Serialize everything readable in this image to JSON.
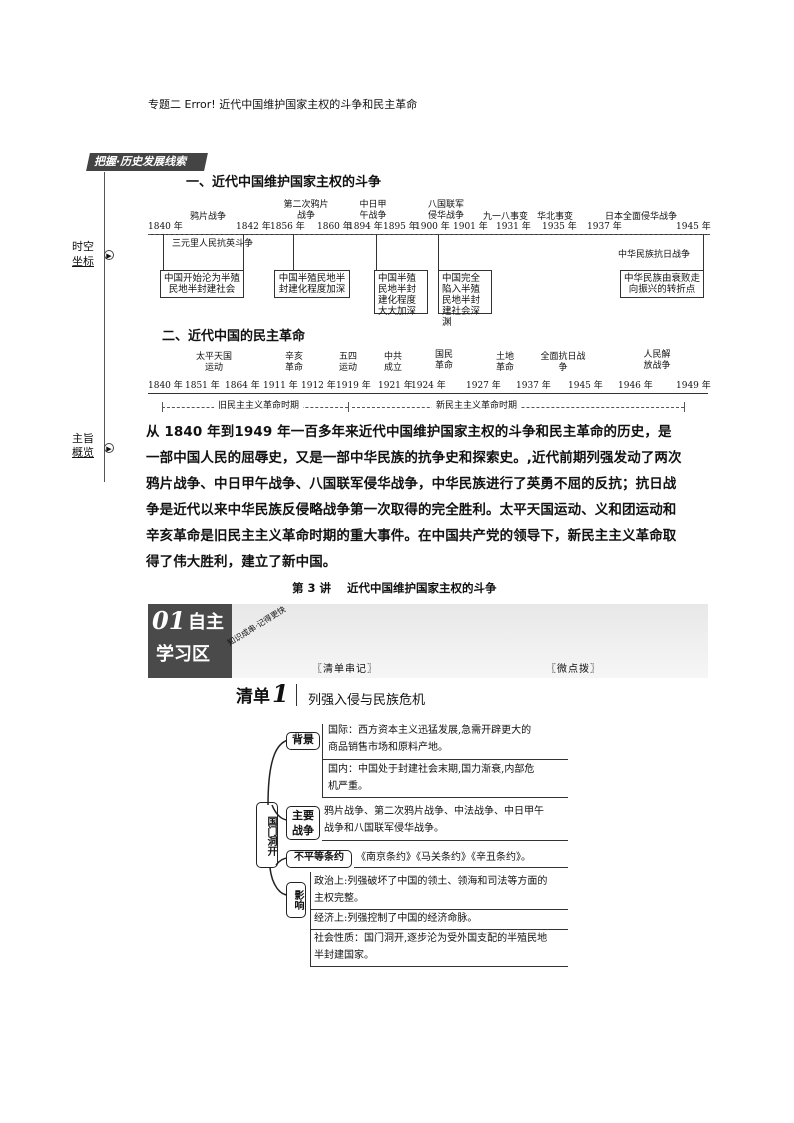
{
  "page_header": "专题二 Error! 近代中国维护国家主权的斗争和民主革命",
  "section_badge": "把握·历史发展线索",
  "side_labels": {
    "timeline": [
      "时空",
      "坐标"
    ],
    "overview": [
      "主旨",
      "概览"
    ]
  },
  "part1": {
    "title": "一、近代中国维护国家主权的斗争",
    "years": [
      "1840 年",
      "1842 年",
      "1856 年",
      "1860 年",
      "1894 年",
      "1895 年",
      "1900 年",
      "1901 年",
      "1931 年",
      "1935 年",
      "1937 年",
      "1945 年"
    ],
    "events": [
      "鸦片战争",
      "第二次鸦片战争",
      "中日甲午战争",
      "八国联军侵华战争",
      "九一八事变",
      "华北事变",
      "日本全面侵华战争"
    ],
    "lower_events": [
      "三元里人民抗英斗争",
      "中华民族抗日战争"
    ],
    "boxes": [
      "中国开始沦为半殖民地半封建社会",
      "中国半殖民地半封建化程度加深",
      "中国半殖民地半封建化程度大大加深",
      "中国完全陷入半殖民地半封建社会深渊",
      "中华民族由衰败走向振兴的转折点"
    ]
  },
  "part2": {
    "title": "二、近代中国的民主革命",
    "events": [
      "太平天国运动",
      "辛亥革命",
      "五四运动",
      "中共成立",
      "国民革命",
      "土地革命",
      "全面抗日战争",
      "人民解放战争"
    ],
    "years": [
      "1840 年",
      "1851 年",
      "1864 年",
      "1911 年",
      "1912 年",
      "1919 年",
      "1921 年",
      "1924 年",
      "1927 年",
      "1937 年",
      "1945 年",
      "1946 年",
      "1949 年"
    ],
    "periods": [
      "旧民主主义革命时期",
      "新民主主义革命时期"
    ]
  },
  "summary_lines": [
    "从 1840 年到1949 年一百多年来近代中国维护国家主权的斗争和民主革命的历史，是",
    "一部中国人民的屈辱史，又是一部中华民族的抗争史和探索史。,近代前期列强发动了两次",
    "鸦片战争、中日甲午战争、八国联军侵华战争，中华民族进行了英勇不屈的反抗；抗日战",
    "争是近代以来中华民族反侵略战争第一次取得的完全胜利。太平天国运动、义和团运动和",
    "辛亥革命是旧民主主义革命时期的重大事件。在中国共产党的领导下，新民主主义革命取",
    "得了伟大胜利，建立了新中国。"
  ],
  "lesson_title": "第 3 讲    近代中国维护国家主权的斗争",
  "banner": {
    "num": "01",
    "line1": "自主",
    "line2": "学习区",
    "slogan": "知识成串·记得更快",
    "tab1": "〖清单串记〗",
    "tab2": "〖微点拨〗"
  },
  "checklist": {
    "label": "清单",
    "num": "1",
    "title": "列强入侵与民族危机"
  },
  "mindmap": {
    "root": "国门洞开",
    "branches": {
      "background": "背景",
      "wars": "主要战争",
      "treaties": "不平等条约",
      "impact": "影响"
    },
    "bg_intl": "国际：西方资本主义迅猛发展,急需开辟更大的商品销售市场和原料产地。",
    "bg_intl_1": "国际：西方资本主义迅猛发展,急需开辟更大的",
    "bg_intl_2": "商品销售市场和原料产地。",
    "bg_dom_1": "国内：中国处于封建社会末期,国力渐衰,内部危",
    "bg_dom_2": "机严重。",
    "wars_1": "鸦片战争、第二次鸦片战争、中法战争、中日甲午",
    "wars_2": "战争和八国联军侵华战争。",
    "treaties": "《南京条约》《马关条约》《辛丑条约》。",
    "impact_1": "政治上:列强破坏了中国的领土、领海和司法等方面的",
    "impact_1b": "主权完整。",
    "impact_2": "经济上:列强控制了中国的经济命脉。",
    "impact_3": "社会性质：国门洞开,逐步沦为受外国支配的半殖民地",
    "impact_3b": "半封建国家。"
  }
}
